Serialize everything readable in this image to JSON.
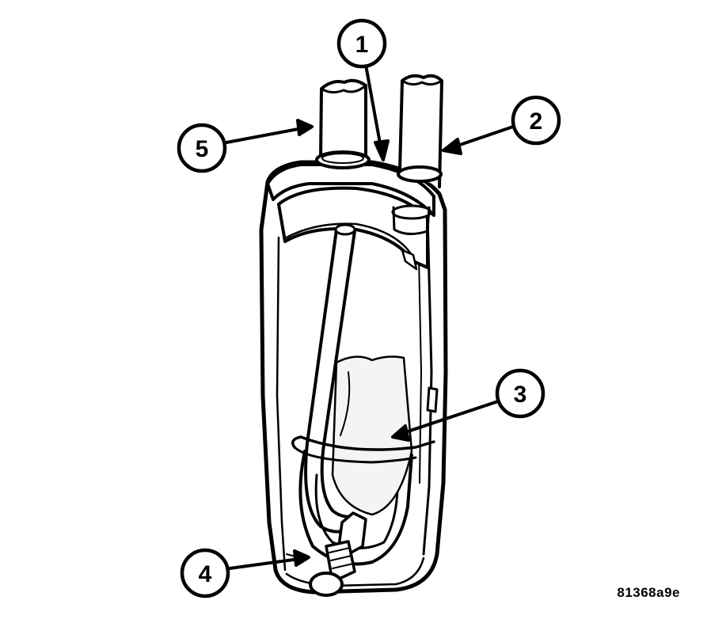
{
  "callouts": {
    "one": "1",
    "two": "2",
    "three": "3",
    "four": "4",
    "five": "5"
  },
  "figure_code": "81368a9e",
  "colors": {
    "line": "#000000",
    "background": "#ffffff",
    "shade": "#f4f4f4"
  }
}
